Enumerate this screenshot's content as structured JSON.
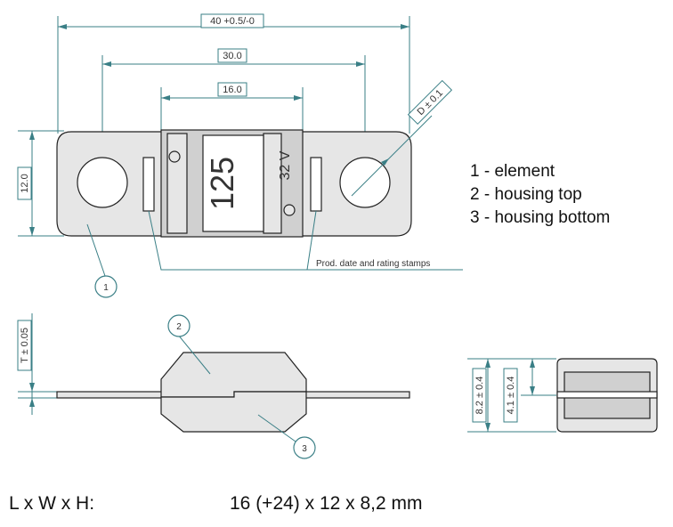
{
  "dimensions": {
    "overall_length": "40 +0.5/-0",
    "hole_spacing": "30.0",
    "body_length": "16.0",
    "width": "12.0",
    "hole_diameter": "D ± 0.1",
    "thickness": "T ± 0.05",
    "height": "8.2 ± 0.4",
    "half_height": "4.1 ± 0.4"
  },
  "fuse_marking": {
    "rating": "125",
    "voltage": "32 V"
  },
  "stamp_label": "Prod. date and rating stamps",
  "balloons": [
    "1",
    "2",
    "3"
  ],
  "legend": [
    "1 - element",
    "2 - housing top",
    "3 - housing bottom"
  ],
  "spec": {
    "label": "L x W x H:",
    "value": "16 (+24) x 12 x 8,2 mm"
  }
}
